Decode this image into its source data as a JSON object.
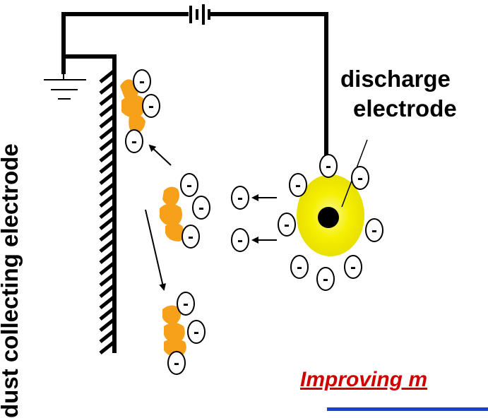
{
  "labels": {
    "collecting_electrode": "dust collecting electrode",
    "discharge_electrode_line1": "discharge",
    "discharge_electrode_line2": "electrode",
    "bottom_caption": "Improving m"
  },
  "ion_sign": "-",
  "colors": {
    "wire": "#000000",
    "dust": "#f7a11a",
    "glow": "#f5f000",
    "caption": "#d10000",
    "underline_bar": "#1f3fd0"
  }
}
